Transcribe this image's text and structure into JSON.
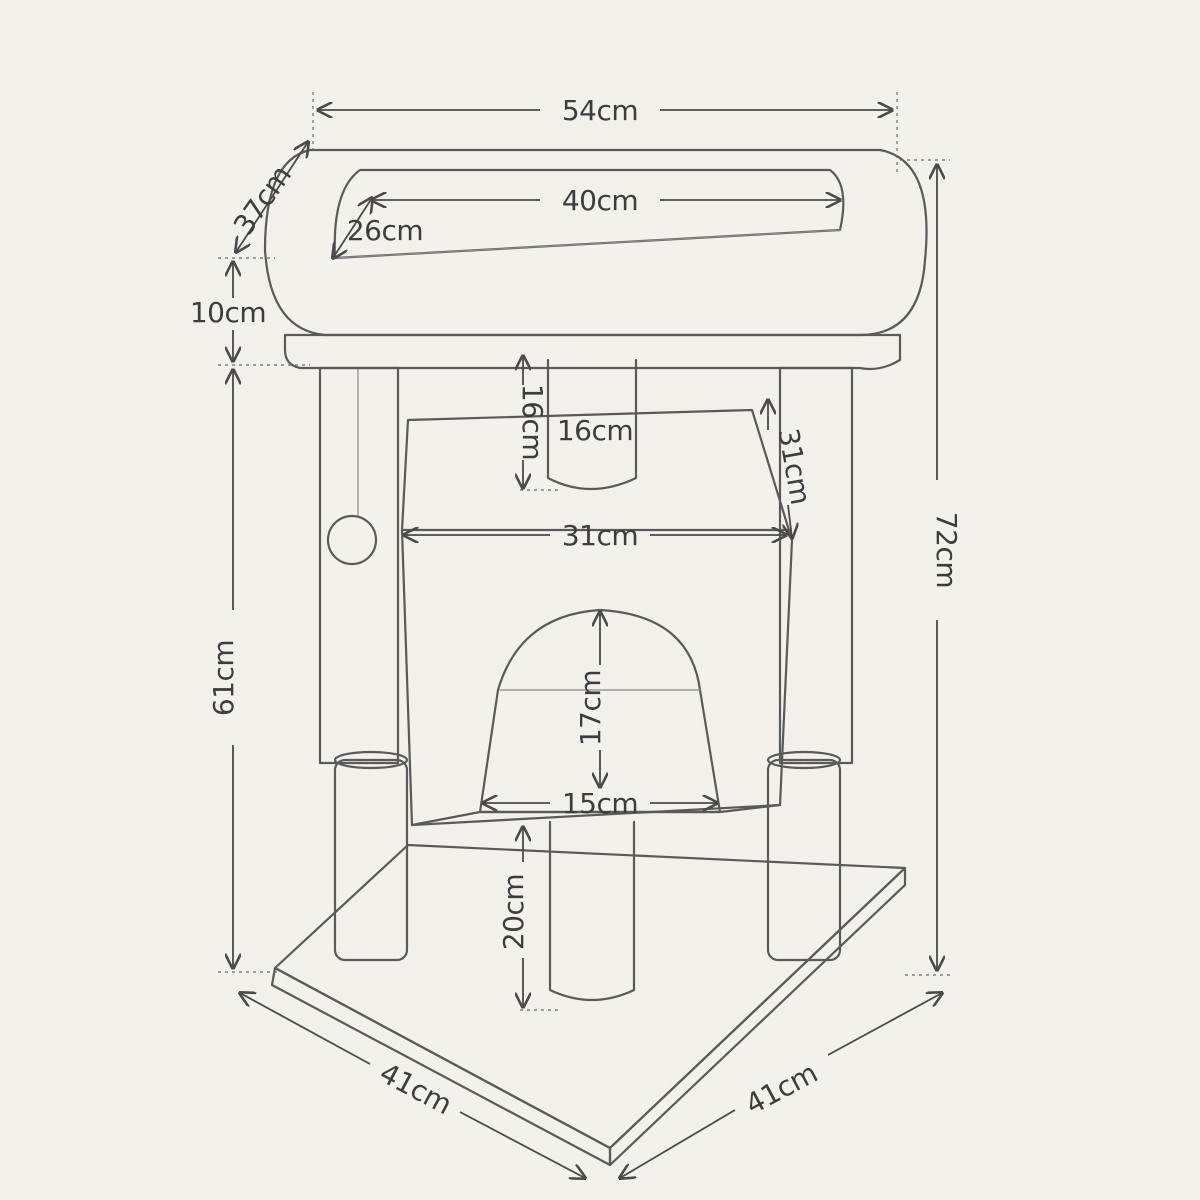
{
  "colors": {
    "paper": "#f4f1ec",
    "ink": "#4a4a4a"
  },
  "dimensions": {
    "top_width": "54cm",
    "top_depth": "37cm",
    "bed_inner_width": "40cm",
    "bed_inner_depth": "26cm",
    "platform_height": "10cm",
    "post_to_condo": "16cm",
    "post_diameter": "16cm",
    "condo_height": "31cm",
    "condo_width": "31cm",
    "total_height": "72cm",
    "leg_height": "61cm",
    "entrance_height": "17cm",
    "entrance_width": "15cm",
    "lower_post_height": "20cm",
    "base_left": "41cm",
    "base_right": "41cm"
  }
}
